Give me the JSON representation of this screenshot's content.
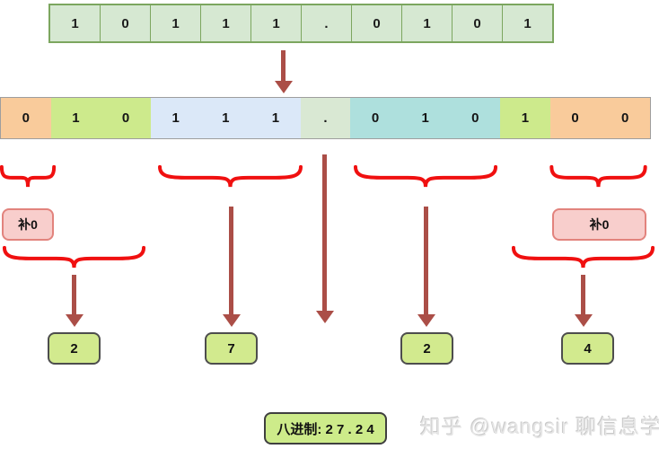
{
  "top_row": {
    "cells": [
      "1",
      "0",
      "1",
      "1",
      "1",
      ".",
      "0",
      "1",
      "0",
      "1"
    ]
  },
  "grouped_row": {
    "segments": [
      {
        "role": "pad-left",
        "color": "#f9cb9b",
        "cells": [
          "0"
        ]
      },
      {
        "role": "integer-high",
        "color": "#cdea8c",
        "cells": [
          "1",
          "0"
        ]
      },
      {
        "role": "integer-low",
        "color": "#dbe8f8",
        "cells": [
          "1",
          "1",
          "1"
        ]
      },
      {
        "role": "radix-point",
        "color": "#d9e8d3",
        "cells": [
          "."
        ]
      },
      {
        "role": "fraction-high",
        "color": "#aee0dd",
        "cells": [
          "0",
          "1",
          "0"
        ]
      },
      {
        "role": "fraction-low",
        "color": "#cdea8c",
        "cells": [
          "1"
        ]
      },
      {
        "role": "pad-right",
        "color": "#f9cb9b",
        "cells": [
          "0",
          "0"
        ]
      }
    ]
  },
  "pad_labels": {
    "left": "补0",
    "right": "补0"
  },
  "results": {
    "values": [
      "2",
      "7",
      "2",
      "4"
    ]
  },
  "final_box": {
    "label": "八进制: 2 7 . 2 4"
  },
  "watermark": {
    "text": "知乎 @wangsir 聊信息学"
  },
  "colors": {
    "brace_red": "#f01010",
    "arrow_brown": "#ab4e47",
    "top_cell_fill": "#d6e8d2",
    "top_cell_border": "#7ca65f",
    "orange_pad": "#f9cb9b",
    "yellow_green": "#cdea8c",
    "light_blue": "#dbe8f8",
    "cyan": "#aee0dd",
    "dot_cell": "#d9e8d3",
    "pad_box_fill": "#f8cecc",
    "pad_box_border": "#e2837d",
    "result_fill": "#d2ea8e"
  }
}
